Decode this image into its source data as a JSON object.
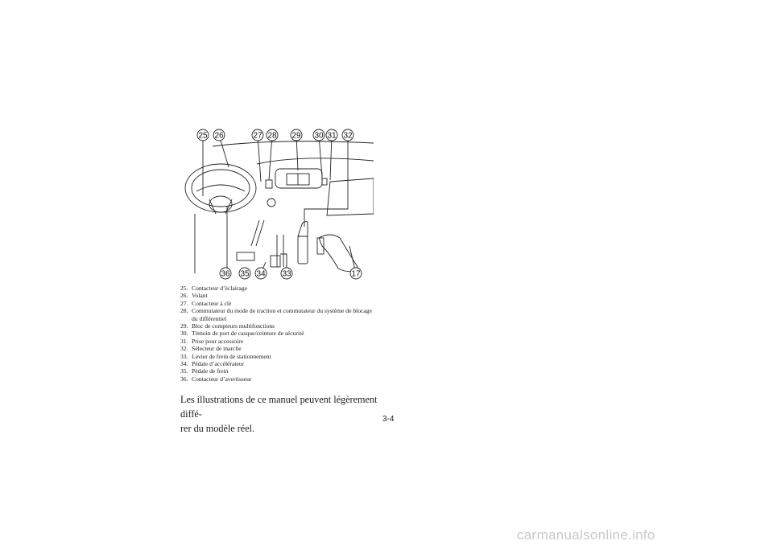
{
  "diagram": {
    "callouts": [
      "25",
      "26",
      "27",
      "28",
      "29",
      "30",
      "31",
      "32",
      "36",
      "35",
      "34",
      "33",
      "17"
    ]
  },
  "legend": [
    {
      "num": "25.",
      "text": "Contacteur d’éclairage"
    },
    {
      "num": "26.",
      "text": "Volant"
    },
    {
      "num": "27.",
      "text": "Contacteur à clé"
    },
    {
      "num": "28.",
      "text": "Commutateur du mode de traction et commutateur du système de blocage"
    },
    {
      "num": "",
      "text": "du différentiel"
    },
    {
      "num": "29.",
      "text": "Bloc de compteurs multifonctions"
    },
    {
      "num": "30.",
      "text": "Témoin de port de casque/ceinture de sécurité"
    },
    {
      "num": "31.",
      "text": "Prise pour accessoire"
    },
    {
      "num": "32.",
      "text": "Sélecteur de marche"
    },
    {
      "num": "33.",
      "text": "Levier de frein de stationnement"
    },
    {
      "num": "34.",
      "text": "Pédale d’accélérateur"
    },
    {
      "num": "35.",
      "text": "Pédale de frein"
    },
    {
      "num": "36.",
      "text": "Contacteur d’avertisseur"
    }
  ],
  "note": {
    "line1": "Les illustrations de ce manuel peuvent légèrement diffé-",
    "line2": "rer du modèle réel."
  },
  "page_number": "3-4",
  "watermark": "carmanualsonline.info"
}
